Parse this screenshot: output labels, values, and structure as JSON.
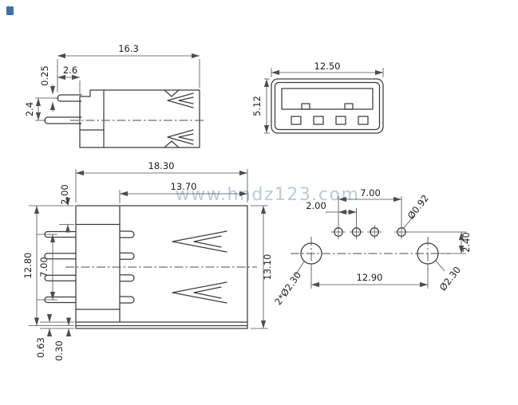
{
  "page": {
    "watermark": "www.hndz123.com"
  },
  "colors": {
    "background": "#ffffff",
    "line": "#3c3c3c",
    "dimension": "#4d4d4d",
    "text": "#1c1c1c",
    "watermark": "#b7cddc",
    "corner_mark": "#3f6fae"
  },
  "views": {
    "side_view": {
      "dim_overall_length": "16.3",
      "dim_pin_protrusion": "2.6",
      "dim_pin_spacing": "2.4",
      "dim_pin_thickness": "0.25"
    },
    "front_view": {
      "dim_width": "12.50",
      "dim_height": "5.12"
    },
    "plan_view": {
      "dim_overall_length": "18.30",
      "dim_shell_length": "13.70",
      "dim_edge_offset": "2.00",
      "dim_width_left": "12.80",
      "dim_pin_span": "7.00",
      "dim_width_right": "13.10",
      "dim_step_large": "0.63",
      "dim_step_small": "0.30"
    },
    "footprint_view": {
      "dim_pin_pitch": "2.00",
      "dim_pin_row_span": "7.00",
      "dim_pin_hole_dia": "Ø0.92",
      "dim_row_offset": "2.40",
      "dim_mount_span": "12.90",
      "dim_mount_hole_callout": "2*Ø2.30",
      "dim_mount_hole_dia": "Ø2.30"
    }
  }
}
